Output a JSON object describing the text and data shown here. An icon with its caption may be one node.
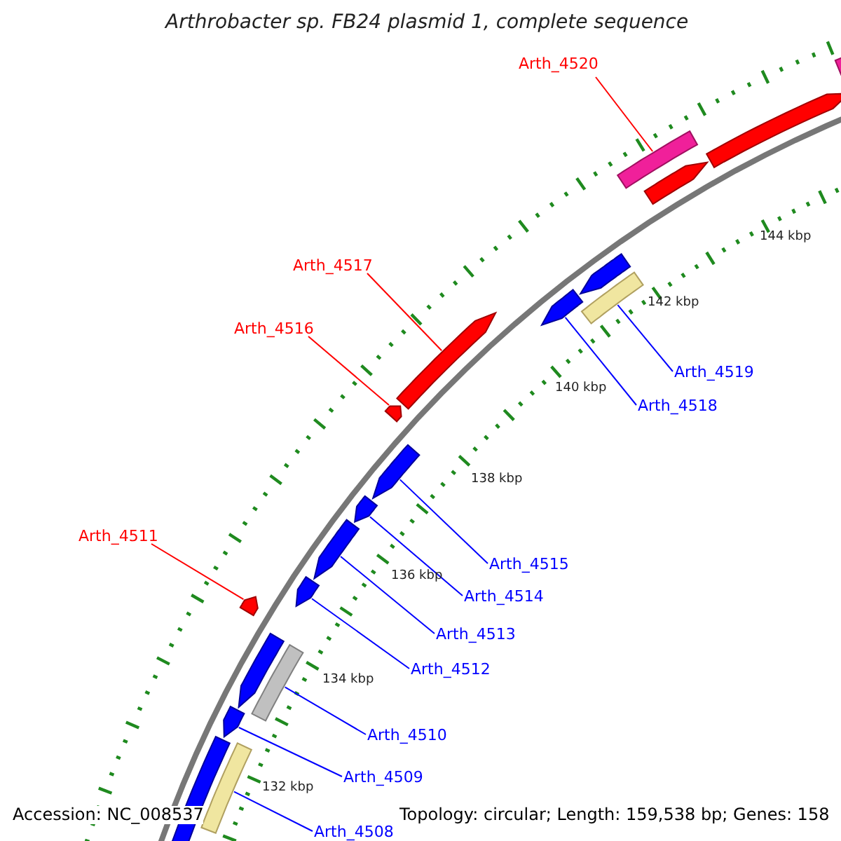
{
  "diagram": {
    "title": "Arthrobacter sp. FB24 plasmid 1, complete sequence",
    "nodes": [
      {
        "text": [
          "Arth_4520"
        ]
      },
      {
        "text": [],
        "shape": "bar"
      },
      {
        "text": [
          "Arth_4517"
        ]
      },
      {
        "text": [],
        "shape": "arrow"
      },
      {
        "text": [
          "Arth_4516"
        ]
      },
      {
        "text": [],
        "shape": "arrow"
      },
      {
        "text": [
          "Arth_4519"
        ]
      },
      {
        "text": [],
        "shape": "bar"
      },
      {
        "text": [
          "Arth_4518"
        ]
      },
      {
        "text": [],
        "shape": "arrow"
      },
      {
        "text": [
          "Arth_4511"
        ]
      },
      {
        "text": [],
        "shape": "arrow"
      },
      {
        "text": [
          "Arth_4515"
        ]
      },
      {
        "text": [],
        "shape": "arrow"
      },
      {
        "text": [
          "Arth_4514"
        ]
      },
      {
        "text": [],
        "shape": "arrow"
      },
      {
        "text": [
          "Arth_4513"
        ]
      },
      {
        "text": [],
        "shape": "arrow"
      },
      {
        "text": [
          "Arth_4512"
        ]
      },
      {
        "text": [],
        "shape": "arrow"
      },
      {
        "text": [
          "Arth_4510"
        ]
      },
      {
        "text": [],
        "shape": "bar"
      },
      {
        "text": [
          "Arth_4509"
        ]
      },
      {
        "text": [],
        "shape": "arrow"
      },
      {
        "text": [
          "Arth_4508"
        ]
      },
      {
        "text": [],
        "shape": "bar"
      },
      {
        "text": [],
        "shape": "bar"
      },
      {
        "text": [],
        "shape": "arrow"
      },
      {
        "text": [],
        "shape": "arrow"
      },
      {
        "text": [],
        "shape": "arrow"
      },
      {
        "text": [],
        "shape": "arrow"
      },
      {
        "text": [],
        "shape": "arrow"
      }
    ],
    "edges": [
      {
        "from": 0,
        "to": 1,
        "arrow": "none",
        "color": "#ff0000"
      },
      {
        "from": 2,
        "to": 3,
        "arrow": "none",
        "color": "#ff0000"
      },
      {
        "from": 4,
        "to": 5,
        "arrow": "none",
        "color": "#ff0000"
      },
      {
        "from": 6,
        "to": 7,
        "arrow": "none"
      },
      {
        "from": 8,
        "to": 9,
        "arrow": "none"
      },
      {
        "from": 10,
        "to": 11,
        "arrow": "none",
        "color": "#ff0000"
      },
      {
        "from": 12,
        "to": 13,
        "arrow": "none"
      },
      {
        "from": 14,
        "to": 15,
        "arrow": "none"
      },
      {
        "from": 16,
        "to": 17,
        "arrow": "none"
      },
      {
        "from": 18,
        "to": 19,
        "arrow": "none"
      },
      {
        "from": 20,
        "to": 21,
        "arrow": "none"
      },
      {
        "from": 22,
        "to": 23,
        "arrow": "none"
      },
      {
        "from": 24,
        "to": 25,
        "arrow": "none"
      }
    ],
    "labels": [
      "144 kbp",
      "142 kbp",
      "140 kbp",
      "138 kbp",
      "136 kbp",
      "134 kbp",
      "132 kbp",
      "Accession: NC_008537",
      "Topology: circular; Length: 159,538 bp; Genes: 158"
    ]
  }
}
